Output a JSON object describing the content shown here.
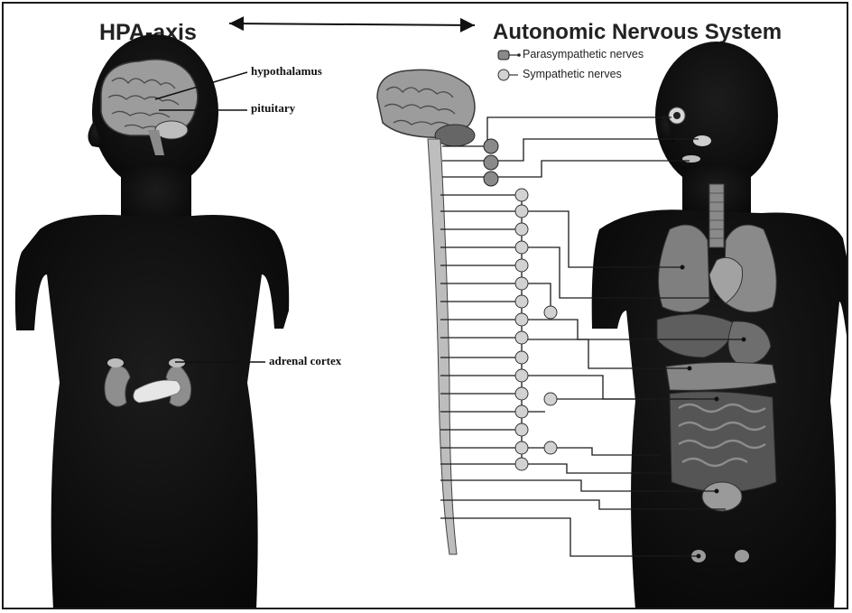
{
  "titles": {
    "left": "HPA-axis",
    "right": "Autonomic Nervous System"
  },
  "hpa_labels": {
    "hypothalamus": "hypothalamus",
    "pituitary": "pituitary",
    "adrenal": "adrenal cortex"
  },
  "legend": {
    "parasympathetic": "Parasympathetic nerves",
    "sympathetic": "Sympathetic nerves"
  },
  "colors": {
    "silhouette": "#111111",
    "brain": "#9a9a9a",
    "organ": "#7d7d7d",
    "parasympathetic": "#8a8a8a",
    "sympathetic": "#cfcfcf",
    "nerve_line": "#1a1a1a"
  }
}
